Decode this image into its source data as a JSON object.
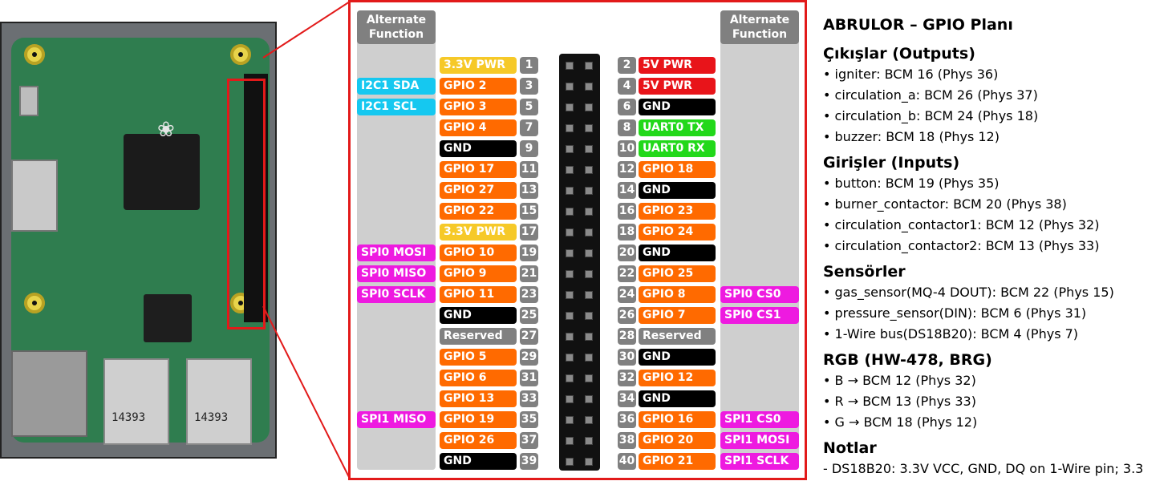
{
  "colors": {
    "power33": "#f6c928",
    "power5": "#e8141a",
    "gpio": "#ff6a00",
    "gnd": "#000000",
    "uart": "#22d81a",
    "reserved": "#808080",
    "i2c": "#15c8f0",
    "spi": "#ee1ae0",
    "frame": "#e21a1a",
    "column": "#cfcfcf",
    "numbox": "#808080"
  },
  "photo": {
    "usb_label_1": "14393",
    "usb_label_2": "14393"
  },
  "pinout": {
    "alt_header_left": [
      "Alternate",
      "Function"
    ],
    "alt_header_right": [
      "Alternate",
      "Function"
    ],
    "left_pins": [
      {
        "num": "1",
        "label": "3.3V PWR",
        "type": "power33",
        "alt": ""
      },
      {
        "num": "3",
        "label": "GPIO 2",
        "type": "gpio",
        "alt": "I2C1 SDA",
        "alt_type": "i2c"
      },
      {
        "num": "5",
        "label": "GPIO 3",
        "type": "gpio",
        "alt": "I2C1 SCL",
        "alt_type": "i2c"
      },
      {
        "num": "7",
        "label": "GPIO 4",
        "type": "gpio",
        "alt": ""
      },
      {
        "num": "9",
        "label": "GND",
        "type": "gnd",
        "alt": ""
      },
      {
        "num": "11",
        "label": "GPIO 17",
        "type": "gpio",
        "alt": ""
      },
      {
        "num": "13",
        "label": "GPIO 27",
        "type": "gpio",
        "alt": ""
      },
      {
        "num": "15",
        "label": "GPIO 22",
        "type": "gpio",
        "alt": ""
      },
      {
        "num": "17",
        "label": "3.3V PWR",
        "type": "power33",
        "alt": ""
      },
      {
        "num": "19",
        "label": "GPIO 10",
        "type": "gpio",
        "alt": "SPI0 MOSI",
        "alt_type": "spi"
      },
      {
        "num": "21",
        "label": "GPIO 9",
        "type": "gpio",
        "alt": "SPI0 MISO",
        "alt_type": "spi"
      },
      {
        "num": "23",
        "label": "GPIO 11",
        "type": "gpio",
        "alt": "SPI0 SCLK",
        "alt_type": "spi"
      },
      {
        "num": "25",
        "label": "GND",
        "type": "gnd",
        "alt": ""
      },
      {
        "num": "27",
        "label": "Reserved",
        "type": "reserved",
        "alt": ""
      },
      {
        "num": "29",
        "label": "GPIO 5",
        "type": "gpio",
        "alt": ""
      },
      {
        "num": "31",
        "label": "GPIO 6",
        "type": "gpio",
        "alt": ""
      },
      {
        "num": "33",
        "label": "GPIO 13",
        "type": "gpio",
        "alt": ""
      },
      {
        "num": "35",
        "label": "GPIO 19",
        "type": "gpio",
        "alt": "SPI1 MISO",
        "alt_type": "spi"
      },
      {
        "num": "37",
        "label": "GPIO 26",
        "type": "gpio",
        "alt": ""
      },
      {
        "num": "39",
        "label": "GND",
        "type": "gnd",
        "alt": ""
      }
    ],
    "right_pins": [
      {
        "num": "2",
        "label": "5V PWR",
        "type": "power5",
        "alt": ""
      },
      {
        "num": "4",
        "label": "5V PWR",
        "type": "power5",
        "alt": ""
      },
      {
        "num": "6",
        "label": "GND",
        "type": "gnd",
        "alt": ""
      },
      {
        "num": "8",
        "label": "UART0 TX",
        "type": "uart",
        "alt": ""
      },
      {
        "num": "10",
        "label": "UART0 RX",
        "type": "uart",
        "alt": ""
      },
      {
        "num": "12",
        "label": "GPIO 18",
        "type": "gpio",
        "alt": ""
      },
      {
        "num": "14",
        "label": "GND",
        "type": "gnd",
        "alt": ""
      },
      {
        "num": "16",
        "label": "GPIO 23",
        "type": "gpio",
        "alt": ""
      },
      {
        "num": "18",
        "label": "GPIO 24",
        "type": "gpio",
        "alt": ""
      },
      {
        "num": "20",
        "label": "GND",
        "type": "gnd",
        "alt": ""
      },
      {
        "num": "22",
        "label": "GPIO 25",
        "type": "gpio",
        "alt": ""
      },
      {
        "num": "24",
        "label": "GPIO 8",
        "type": "gpio",
        "alt": "SPI0 CS0",
        "alt_type": "spi"
      },
      {
        "num": "26",
        "label": "GPIO 7",
        "type": "gpio",
        "alt": "SPI0 CS1",
        "alt_type": "spi"
      },
      {
        "num": "28",
        "label": "Reserved",
        "type": "reserved",
        "alt": ""
      },
      {
        "num": "30",
        "label": "GND",
        "type": "gnd",
        "alt": ""
      },
      {
        "num": "32",
        "label": "GPIO 12",
        "type": "gpio",
        "alt": ""
      },
      {
        "num": "34",
        "label": "GND",
        "type": "gnd",
        "alt": ""
      },
      {
        "num": "36",
        "label": "GPIO 16",
        "type": "gpio",
        "alt": "SPI1 CS0",
        "alt_type": "spi"
      },
      {
        "num": "38",
        "label": "GPIO 20",
        "type": "gpio",
        "alt": "SPI1 MOSI",
        "alt_type": "spi"
      },
      {
        "num": "40",
        "label": "GPIO 21",
        "type": "gpio",
        "alt": "SPI1 SCLK",
        "alt_type": "spi"
      }
    ]
  },
  "notes": {
    "title": "ABRULOR – GPIO Planı",
    "sections": [
      {
        "heading": "Çıkışlar (Outputs)",
        "items": [
          "• igniter: BCM 16  (Phys 36)",
          "• circulation_a: BCM 26  (Phys 37)",
          "• circulation_b: BCM 24  (Phys 18)",
          "• buzzer: BCM 18  (Phys 12)"
        ]
      },
      {
        "heading": "Girişler (Inputs)",
        "items": [
          "• button: BCM 19  (Phys 35)",
          "• burner_contactor: BCM 20  (Phys 38)",
          "• circulation_contactor1: BCM 12  (Phys 32)",
          "• circulation_contactor2: BCM 13  (Phys 33)"
        ]
      },
      {
        "heading": "Sensörler",
        "items": [
          "• gas_sensor(MQ-4 DOUT): BCM 22  (Phys 15)",
          "• pressure_sensor(DIN): BCM 6  (Phys 31)",
          "• 1-Wire bus(DS18B20): BCM 4  (Phys 7)"
        ]
      },
      {
        "heading": "RGB (HW-478, BRG)",
        "items": [
          "• B → BCM 12  (Phys 32)",
          "• R → BCM 13  (Phys 33)",
          "• G → BCM 18  (Phys 12)"
        ]
      },
      {
        "heading": "Notlar",
        "items": [
          "- DS18B20: 3.3V VCC, GND, DQ on 1-Wire pin; 3.3"
        ]
      }
    ]
  }
}
